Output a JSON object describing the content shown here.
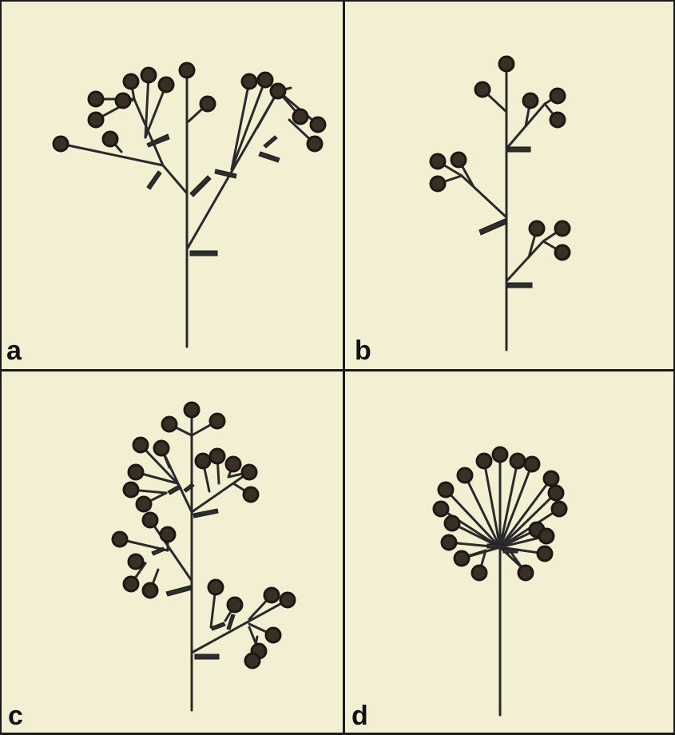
{
  "figure": {
    "background": "#f3efd3",
    "stem_color": "#2a2a2a",
    "flower_color": "#3b2f25",
    "flower_ring_color": "#1c1814",
    "bract_color": "#2e2e2e"
  },
  "panels": [
    {
      "id": "a",
      "label": "a",
      "description_icon": "branching-inflorescence-icon"
    },
    {
      "id": "b",
      "label": "b",
      "description_icon": "branching-inflorescence-icon"
    },
    {
      "id": "c",
      "label": "c",
      "description_icon": "branching-inflorescence-icon"
    },
    {
      "id": "d",
      "label": "d",
      "description_icon": "branching-inflorescence-icon"
    }
  ]
}
